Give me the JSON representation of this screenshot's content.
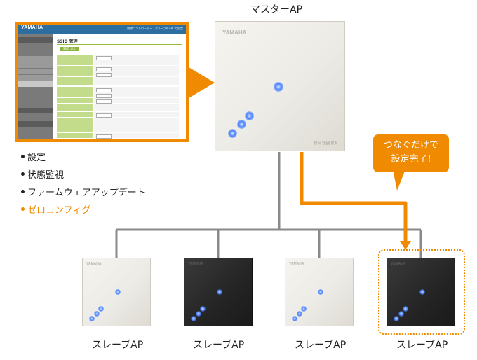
{
  "master": {
    "label": "マスターAP",
    "brand": "YAMAHA",
    "brand_bottom": "YAMAHA"
  },
  "slaves": [
    {
      "label": "スレーブAP",
      "color": "white"
    },
    {
      "label": "スレーブAP",
      "color": "black"
    },
    {
      "label": "スレーブAP",
      "color": "white"
    },
    {
      "label": "スレーブAP",
      "color": "black"
    }
  ],
  "slave_brand": "YAMAHA",
  "features": [
    {
      "text": "設定",
      "highlight": false
    },
    {
      "text": "状態監視",
      "highlight": false
    },
    {
      "text": "ファームウェアアップデート",
      "highlight": false
    },
    {
      "text": "ゼロコンフィグ",
      "highlight": true
    }
  ],
  "callout": {
    "line1": "つなぐだけで",
    "line2": "設定完了!"
  },
  "screenshot": {
    "logo": "YAMAHA",
    "title": "SSID 管理",
    "tab": "SSID 設定",
    "topright": "無線コントローラー　グループ/CAPCの設定"
  },
  "colors": {
    "accent": "#f08a00",
    "led": "#4a82ff",
    "line": "#8a8a8a",
    "screenshot_header": "#2d6ea0",
    "form_label": "#c3dc8c"
  }
}
